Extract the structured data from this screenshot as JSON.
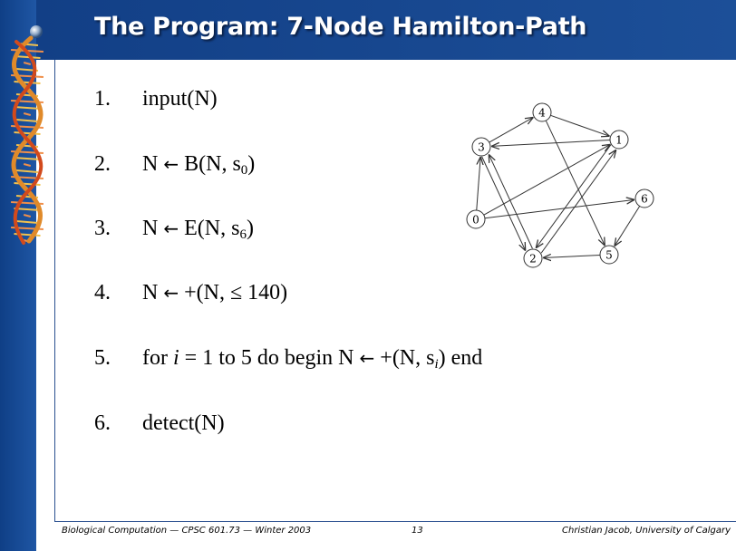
{
  "title": "The Program: 7-Node Hamilton-Path",
  "steps": [
    {
      "num": "1.",
      "parts": [
        {
          "t": "input(N)"
        }
      ]
    },
    {
      "num": "2.",
      "parts": [
        {
          "t": "N "
        },
        {
          "t": "←",
          "arrow": true
        },
        {
          "t": " B(N, s"
        },
        {
          "t": "0",
          "sub": true
        },
        {
          "t": ")"
        }
      ]
    },
    {
      "num": "3.",
      "parts": [
        {
          "t": "N "
        },
        {
          "t": "←",
          "arrow": true
        },
        {
          "t": " E(N, s"
        },
        {
          "t": "6",
          "sub": true
        },
        {
          "t": ")"
        }
      ]
    },
    {
      "num": "4.",
      "parts": [
        {
          "t": "N "
        },
        {
          "t": "←",
          "arrow": true
        },
        {
          "t": " +(N, ≤ 140)"
        }
      ]
    },
    {
      "num": "5.",
      "parts": [
        {
          "t": "for "
        },
        {
          "t": "i",
          "i": true
        },
        {
          "t": " =  1 to 5 do begin N "
        },
        {
          "t": "←",
          "arrow": true
        },
        {
          "t": " +(N, s"
        },
        {
          "t": "i",
          "sub": true,
          "i": true
        },
        {
          "t": ") end"
        }
      ]
    },
    {
      "num": "6.",
      "parts": [
        {
          "t": "detect(N)"
        }
      ]
    }
  ],
  "graph": {
    "nodes": [
      {
        "id": "0",
        "label": "0"
      },
      {
        "id": "1",
        "label": "1"
      },
      {
        "id": "2",
        "label": "2"
      },
      {
        "id": "3",
        "label": "3"
      },
      {
        "id": "4",
        "label": "4"
      },
      {
        "id": "5",
        "label": "5"
      },
      {
        "id": "6",
        "label": "6"
      }
    ],
    "edges": [
      {
        "from": "0",
        "to": "3"
      },
      {
        "from": "3",
        "to": "4"
      },
      {
        "from": "4",
        "to": "1"
      },
      {
        "from": "1",
        "to": "3"
      },
      {
        "from": "0",
        "to": "1"
      },
      {
        "from": "0",
        "to": "6"
      },
      {
        "from": "3",
        "to": "2"
      },
      {
        "from": "2",
        "to": "3"
      },
      {
        "from": "1",
        "to": "2"
      },
      {
        "from": "2",
        "to": "1"
      },
      {
        "from": "4",
        "to": "5"
      },
      {
        "from": "5",
        "to": "2"
      },
      {
        "from": "6",
        "to": "5"
      }
    ]
  },
  "footer": {
    "left": "Biological Computation — CPSC 601.73 — Winter 2003",
    "center": "13",
    "right": "Christian Jacob, University of Calgary"
  }
}
